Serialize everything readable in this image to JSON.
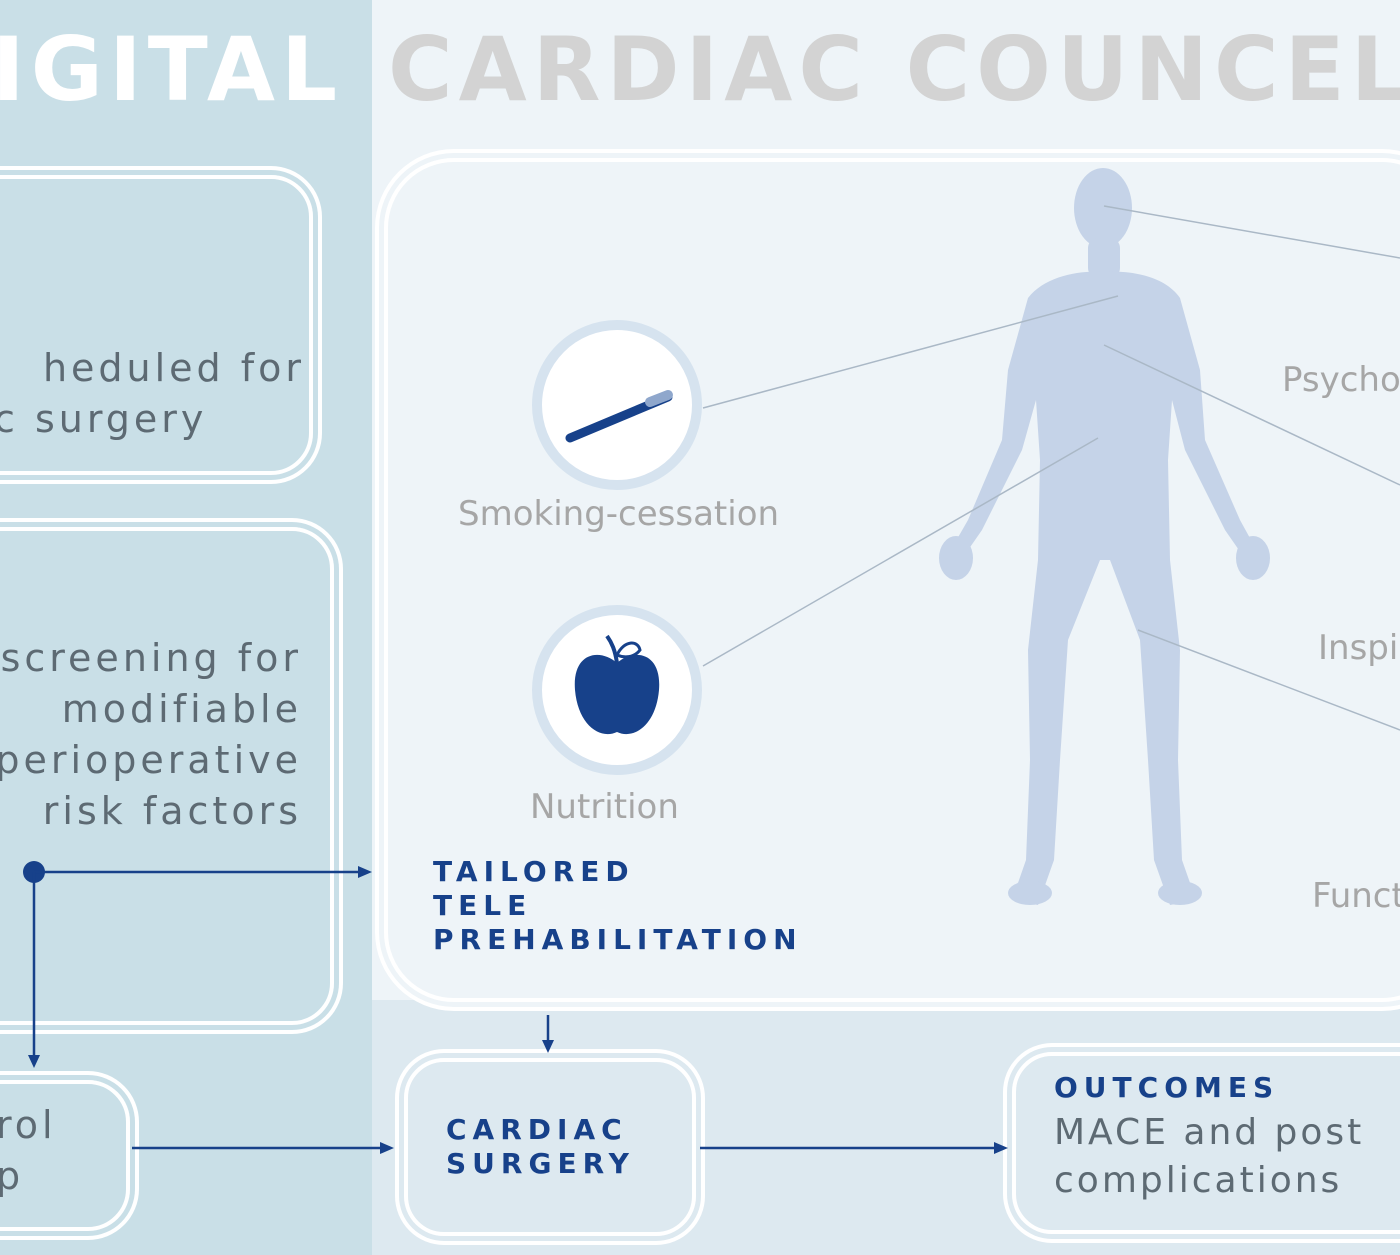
{
  "title": {
    "left": "IGITAL",
    "right": "CARDIAC COUNCEL"
  },
  "left_boxes": {
    "box1_line1": "heduled for",
    "box1_line2": "c surgery",
    "box2_line1": "screening for",
    "box2_line2": "modifiable",
    "box2_line3": "perioperative",
    "box2_line4": "risk factors",
    "control_line1": "rol",
    "control_line2": "p"
  },
  "prehab": {
    "smoking_label": "Smoking-cessation",
    "nutrition_label": "Nutrition",
    "psycho_label": "Psycho",
    "inspi_label": "Inspi",
    "funct_label": "Funct",
    "heading_line1": "TAILORED",
    "heading_line2": "TELE",
    "heading_line3": "PREHABILITATION"
  },
  "surgery": {
    "line1": "CARDIAC",
    "line2": "SURGERY"
  },
  "outcomes": {
    "heading": "OUTCOMES",
    "line1": "MACE and post",
    "line2": "complications"
  },
  "colors": {
    "left_panel": "#c9dfe7",
    "right_panel": "#eef4f8",
    "accent_blue": "#17418a",
    "body_silhouette": "#c5d3e8",
    "title_gray": "#d3d3d3"
  }
}
